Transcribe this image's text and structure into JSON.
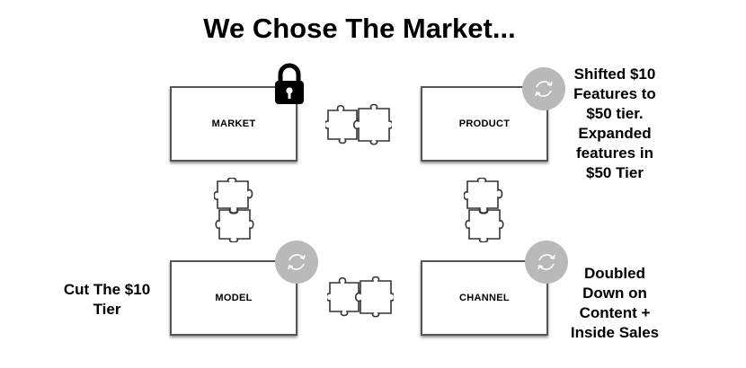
{
  "title": "We Chose The Market...",
  "boxes": {
    "market": {
      "label": "MARKET",
      "icon": "lock-icon"
    },
    "product": {
      "label": "PRODUCT",
      "icon": "refresh-icon"
    },
    "model": {
      "label": "MODEL",
      "icon": "refresh-icon"
    },
    "channel": {
      "label": "CHANNEL",
      "icon": "refresh-icon"
    }
  },
  "notes": {
    "product": "Shifted $10\nFeatures to\n$50 tier.\nExpanded\nfeatures in\n$50 Tier",
    "model": "Cut The $10\nTier",
    "channel": "Doubled\nDown on\nContent +\nInside Sales"
  },
  "colors": {
    "badge": "#b9b9b9",
    "border": "#555555"
  }
}
